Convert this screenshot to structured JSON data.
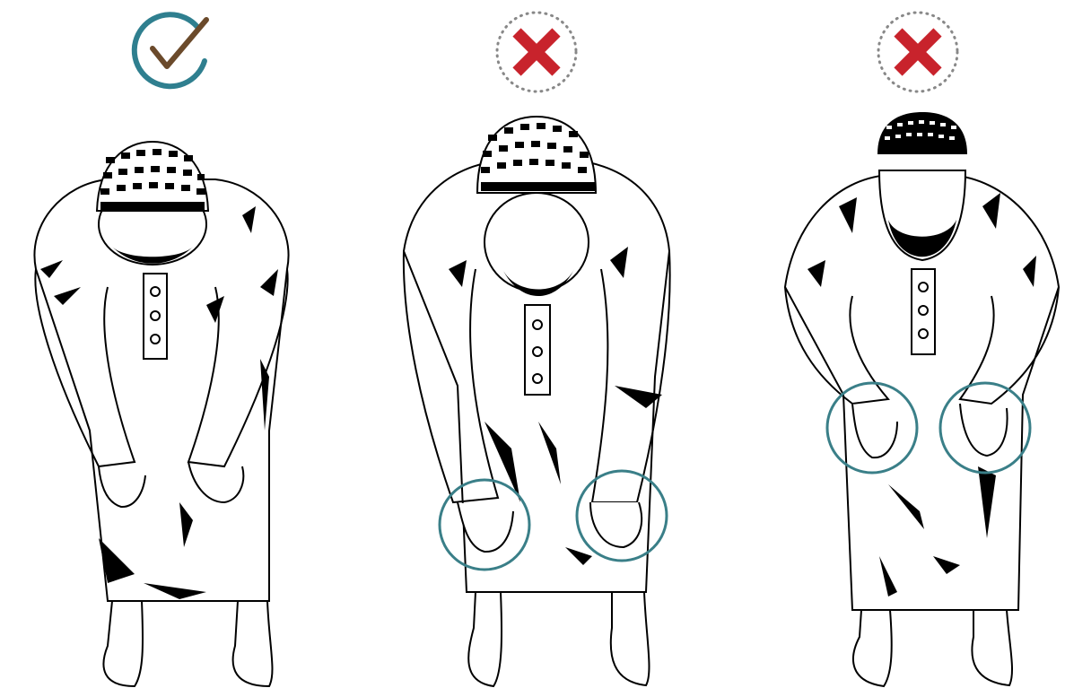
{
  "panels": [
    {
      "id": "correct",
      "verdict": "correct",
      "icon": "checkmark-icon",
      "highlight_hands": false
    },
    {
      "id": "wrong-hands-low",
      "verdict": "incorrect",
      "icon": "cross-icon",
      "highlight_hands": true
    },
    {
      "id": "wrong-hands-thighs",
      "verdict": "incorrect",
      "icon": "cross-icon",
      "highlight_hands": true
    }
  ],
  "colors": {
    "check_ring": "#2f7f8f",
    "check_mark": "#6b4a2b",
    "cross": "#c8232c",
    "cross_ring_dots": "#888888",
    "highlight_ring": "#3a7f88",
    "ink": "#000000",
    "background": "#ffffff"
  }
}
